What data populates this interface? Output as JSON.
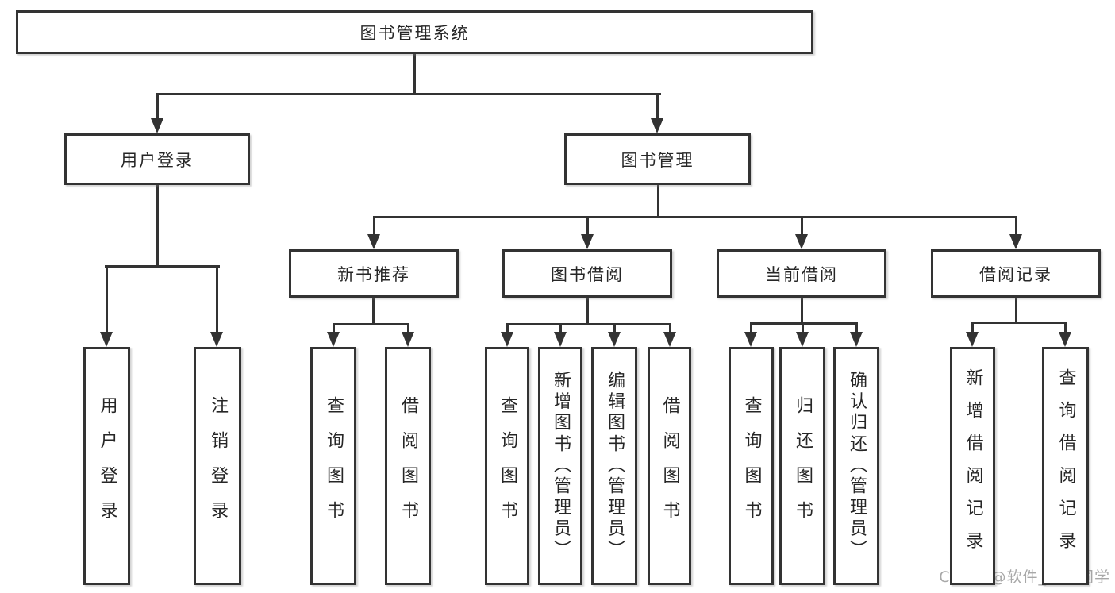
{
  "diagram": {
    "title": "图书管理系统",
    "watermark": "CSDN @软件_小贺同学",
    "colors": {
      "line": "#333333",
      "border": "#333333",
      "text": "#262626",
      "watermark": "#a8a8a8",
      "background": "#ffffff"
    },
    "nodes": [
      {
        "id": "library-system",
        "label": "图书管理系统",
        "level": 1,
        "parent": null
      },
      {
        "id": "user-login",
        "label": "用户登录",
        "level": 2,
        "parent": "library-system"
      },
      {
        "id": "book-management",
        "label": "图书管理",
        "level": 2,
        "parent": "library-system"
      },
      {
        "id": "new-book-recommend",
        "label": "新书推荐",
        "level": 3,
        "parent": "book-management"
      },
      {
        "id": "book-borrowing",
        "label": "图书借阅",
        "level": 3,
        "parent": "book-management"
      },
      {
        "id": "current-borrowing",
        "label": "当前借阅",
        "level": 3,
        "parent": "book-management"
      },
      {
        "id": "borrowing-records",
        "label": "借阅记录",
        "level": 3,
        "parent": "book-management"
      },
      {
        "id": "leaf-user-login",
        "label": "用户登录",
        "level": 4,
        "parent": "user-login"
      },
      {
        "id": "leaf-logout",
        "label": "注销登录",
        "level": 4,
        "parent": "user-login"
      },
      {
        "id": "leaf-query-book-1",
        "label": "查询图书",
        "level": 4,
        "parent": "new-book-recommend"
      },
      {
        "id": "leaf-borrow-book-1",
        "label": "借阅图书",
        "level": 4,
        "parent": "new-book-recommend"
      },
      {
        "id": "leaf-query-book-2",
        "label": "查询图书",
        "level": 4,
        "parent": "book-borrowing"
      },
      {
        "id": "leaf-add-book",
        "label": "新增图书（管理员）",
        "level": 4,
        "parent": "book-borrowing"
      },
      {
        "id": "leaf-edit-book",
        "label": "编辑图书（管理员）",
        "level": 4,
        "parent": "book-borrowing"
      },
      {
        "id": "leaf-borrow-book-2",
        "label": "借阅图书",
        "level": 4,
        "parent": "book-borrowing"
      },
      {
        "id": "leaf-query-book-3",
        "label": "查询图书",
        "level": 4,
        "parent": "current-borrowing"
      },
      {
        "id": "leaf-return-book",
        "label": "归还图书",
        "level": 4,
        "parent": "current-borrowing"
      },
      {
        "id": "leaf-confirm-return",
        "label": "确认归还（管理员）",
        "level": 4,
        "parent": "current-borrowing"
      },
      {
        "id": "leaf-add-borrow-record",
        "label": "新增借阅记录",
        "level": 4,
        "parent": "borrowing-records"
      },
      {
        "id": "leaf-query-borrow-record",
        "label": "查询借阅记录",
        "level": 4,
        "parent": "borrowing-records"
      }
    ]
  }
}
